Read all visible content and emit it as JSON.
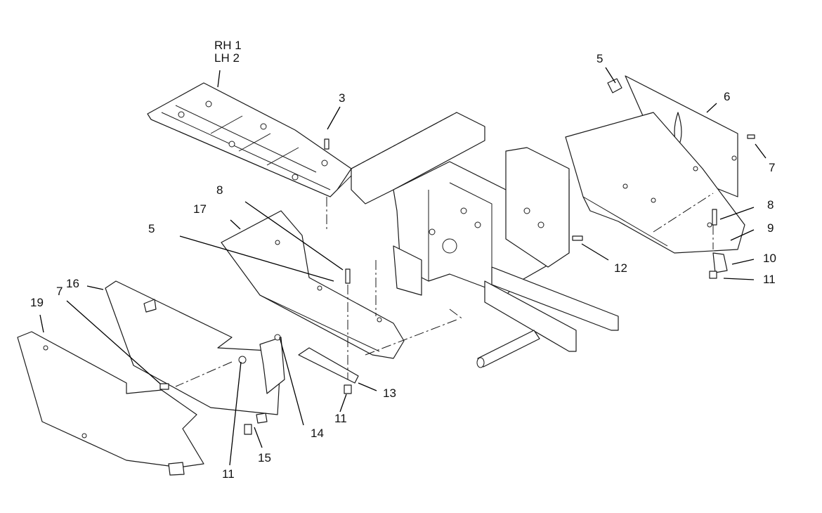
{
  "callouts": {
    "rh": "RH 1",
    "lh": "LH 2",
    "c3": "3",
    "c5_right": "5",
    "c6": "6",
    "c7_right": "7",
    "c8_right": "8",
    "c9": "9",
    "c10": "10",
    "c11_right": "11",
    "c12": "12",
    "c8_left": "8",
    "c17": "17",
    "c5_left": "5",
    "c16": "16",
    "c7_left": "7",
    "c19": "19",
    "c13": "13",
    "c11_center": "11",
    "c14": "14",
    "c15": "15",
    "c11_left": "11"
  }
}
